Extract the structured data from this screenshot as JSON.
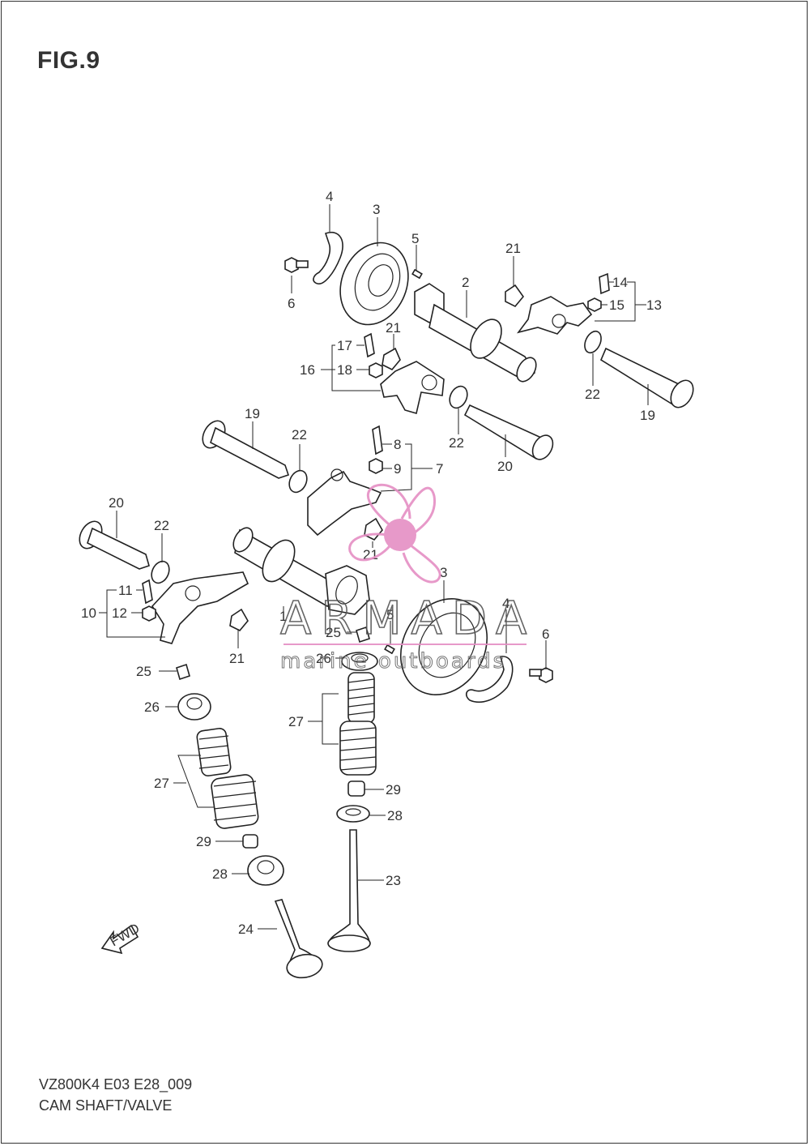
{
  "figure": {
    "title": "FIG.9",
    "model_code": "VZ800K4 E03 E28_009",
    "section_name": "CAM SHAFT/VALVE"
  },
  "fwd_arrow": {
    "label": "FWD"
  },
  "watermark": {
    "brand": "ARMADA",
    "tagline": "marine outboards",
    "color": "#e58fc4"
  },
  "callouts": [
    "1",
    "2",
    "3",
    "4",
    "5",
    "6",
    "7",
    "8",
    "9",
    "10",
    "11",
    "12",
    "13",
    "14",
    "15",
    "16",
    "17",
    "18",
    "19",
    "20",
    "21",
    "22",
    "23",
    "24",
    "25",
    "26",
    "27",
    "28",
    "29"
  ],
  "labels": [
    {
      "text": "4"
    },
    {
      "text": "3"
    },
    {
      "text": "5"
    },
    {
      "text": "6"
    },
    {
      "text": "2"
    },
    {
      "text": "21"
    },
    {
      "text": "14"
    },
    {
      "text": "15"
    },
    {
      "text": "13"
    },
    {
      "text": "21"
    },
    {
      "text": "17"
    },
    {
      "text": "16"
    },
    {
      "text": "18"
    },
    {
      "text": "22"
    },
    {
      "text": "19"
    },
    {
      "text": "22"
    },
    {
      "text": "20"
    },
    {
      "text": "19"
    },
    {
      "text": "22"
    },
    {
      "text": "8"
    },
    {
      "text": "9"
    },
    {
      "text": "7"
    },
    {
      "text": "20"
    },
    {
      "text": "22"
    },
    {
      "text": "21"
    },
    {
      "text": "3"
    },
    {
      "text": "11"
    },
    {
      "text": "10"
    },
    {
      "text": "12"
    },
    {
      "text": "1"
    },
    {
      "text": "25"
    },
    {
      "text": "5"
    },
    {
      "text": "4"
    },
    {
      "text": "6"
    },
    {
      "text": "21"
    },
    {
      "text": "26"
    },
    {
      "text": "25"
    },
    {
      "text": "26"
    },
    {
      "text": "27"
    },
    {
      "text": "27"
    },
    {
      "text": "29"
    },
    {
      "text": "28"
    },
    {
      "text": "29"
    },
    {
      "text": "23"
    },
    {
      "text": "28"
    },
    {
      "text": "24"
    }
  ]
}
